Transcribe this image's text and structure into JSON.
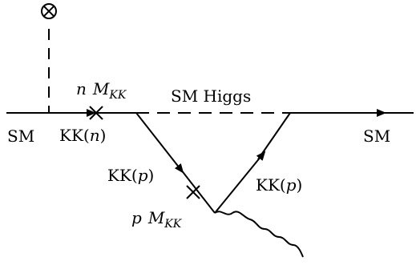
{
  "labels": {
    "sm_left": "SM",
    "kk_n": "KK(",
    "kk_n_var": "n",
    "kk_close": ")",
    "n_mass_coef": "n",
    "mass_M": "M",
    "mass_sub": "KK",
    "sm_higgs": "SM Higgs",
    "sm_right": "SM",
    "kk_p_left": "KK(",
    "kk_p_left_var": "p",
    "kk_p_left_close": ")",
    "kk_p_right": "KK(",
    "kk_p_right_var": "p",
    "kk_p_right_close": ")",
    "p_mass_coef": "p",
    "p_mass_M": "M",
    "p_mass_sub": "KK"
  }
}
